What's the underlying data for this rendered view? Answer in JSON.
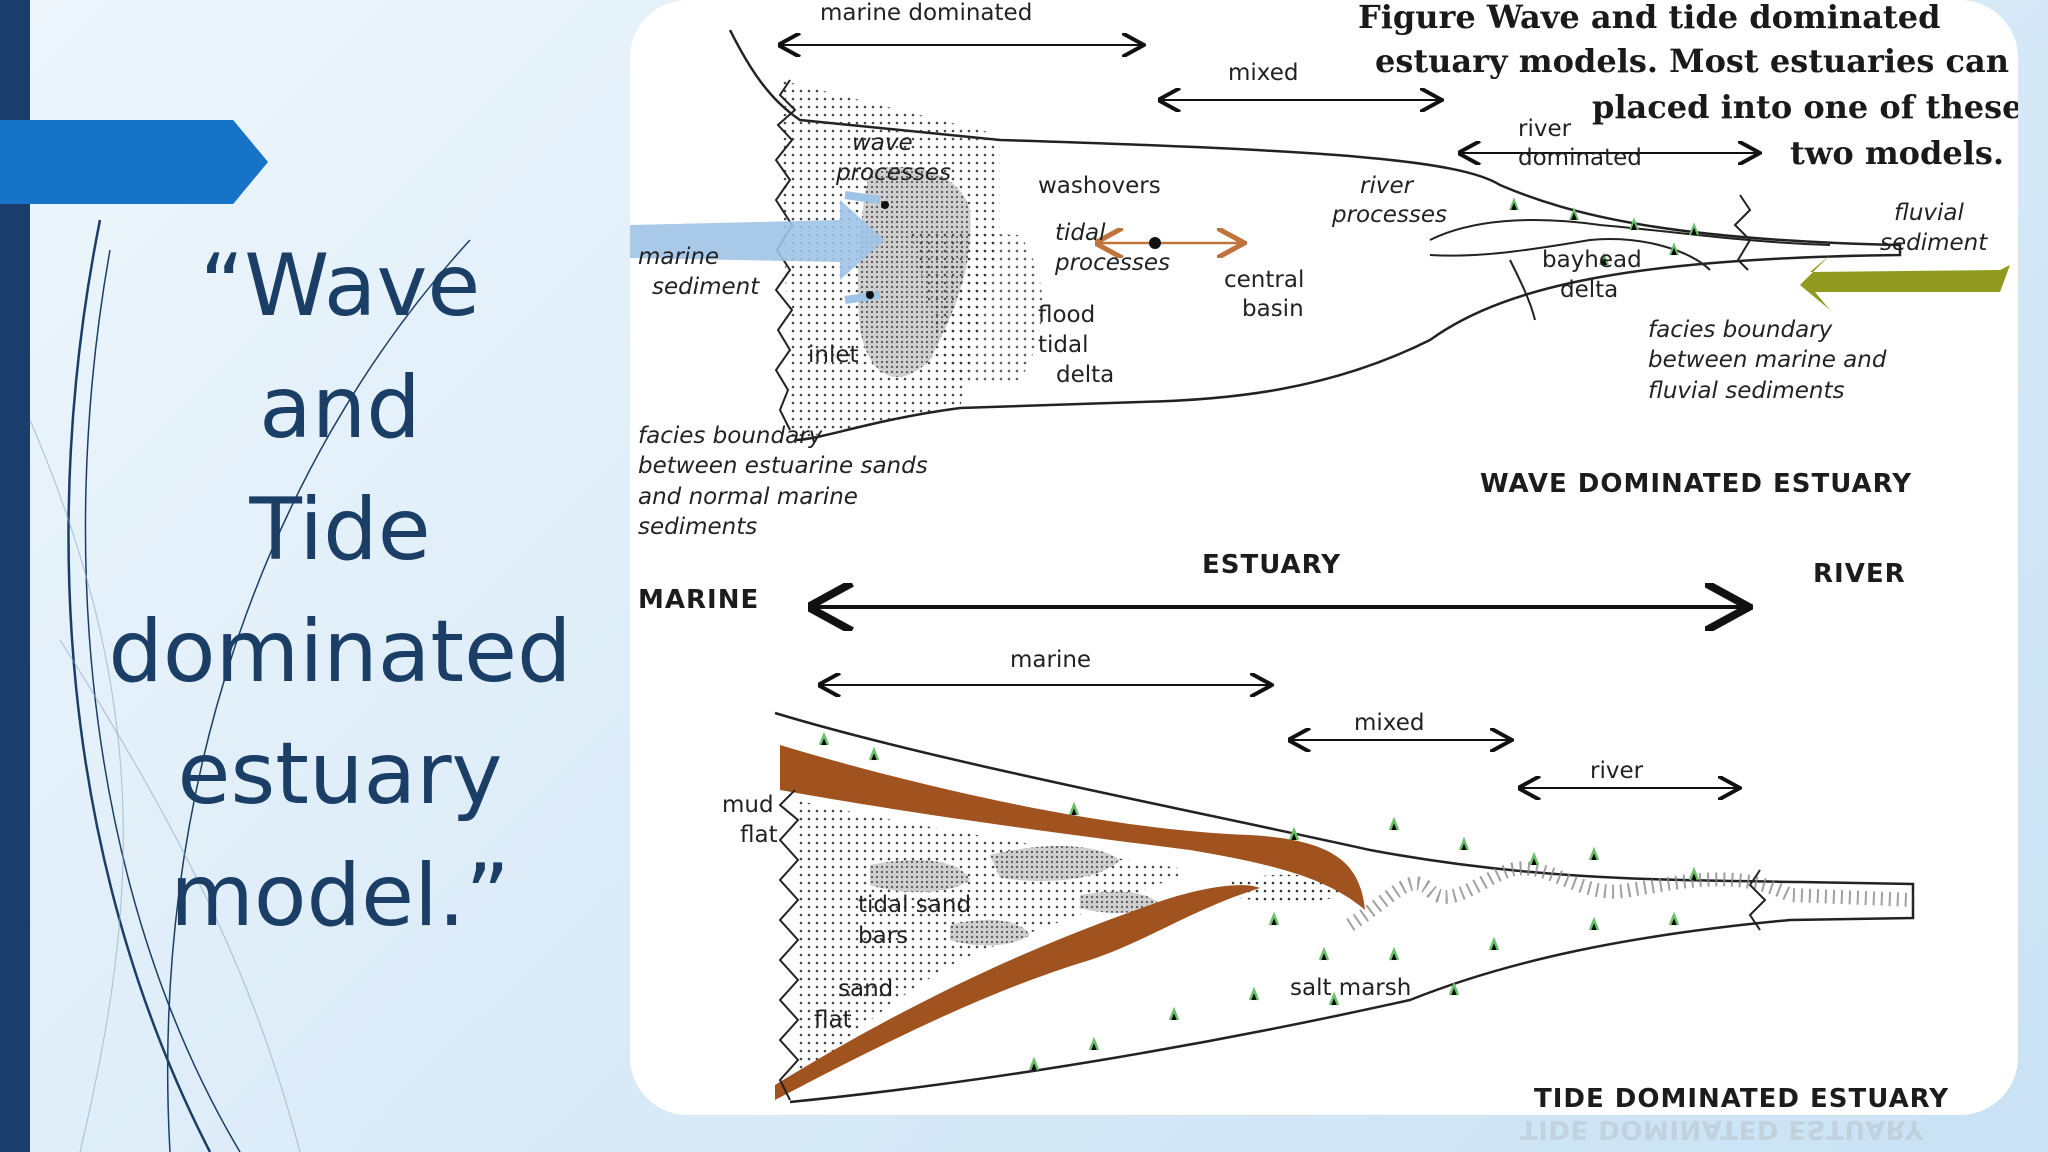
{
  "slide": {
    "title_lines": [
      "“Wave",
      "and",
      "Tide",
      "dominated",
      "estuary",
      "model.”"
    ]
  },
  "caption": {
    "lines": [
      "Figure        Wave and tide dominated",
      "estuary models. Most estuaries can be",
      "placed into one of these",
      "two models."
    ]
  },
  "wave_diagram": {
    "zones": {
      "marine_dominated": "marine dominated",
      "mixed": "mixed",
      "river_dominated_1": "river",
      "river_dominated_2": "dominated"
    },
    "labels": {
      "wave_processes_1": "wave",
      "wave_processes_2": "processes",
      "marine_sediment_1": "marine",
      "marine_sediment_2": "sediment",
      "washovers": "washovers",
      "tidal_processes_1": "tidal",
      "tidal_processes_2": "processes",
      "flood_1": "flood",
      "flood_2": "tidal",
      "flood_3": "delta",
      "central_basin_1": "central",
      "central_basin_2": "basin",
      "inlet": "inlet",
      "river_processes_1": "river",
      "river_processes_2": "processes",
      "bayhead_1": "bayhead",
      "bayhead_2": "delta",
      "fluvial_1": "fluvial",
      "fluvial_2": "sediment",
      "facies_marine_1": "facies boundary",
      "facies_marine_2": "between estuarine sands",
      "facies_marine_3": "and normal marine",
      "facies_marine_4": "sediments",
      "facies_fluvial_1": "facies boundary",
      "facies_fluvial_2": "between marine and",
      "facies_fluvial_3": "fluvial sediments"
    },
    "title": "WAVE DOMINATED ESTUARY",
    "colors": {
      "marine_arrow": "#9ec3e6",
      "fluvial_arrow": "#8f9a1e",
      "tidal_arrow": "#c0733a"
    }
  },
  "tide_diagram": {
    "headers": {
      "marine": "MARINE",
      "estuary": "ESTUARY",
      "river": "RIVER"
    },
    "zones": {
      "marine": "marine",
      "mixed": "mixed",
      "river": "river"
    },
    "labels": {
      "mud_flat_1": "mud",
      "mud_flat_2": "flat",
      "tidal_sand_1": "tidal sand",
      "tidal_sand_2": "bars",
      "sand_flat_1": "sand",
      "sand_flat_2": "flat",
      "salt_marsh": "salt marsh"
    },
    "title": "TIDE DOMINATED ESTUARY",
    "colors": {
      "marsh_band": "#a0521f",
      "marsh_grass": "#6cc06c"
    }
  }
}
